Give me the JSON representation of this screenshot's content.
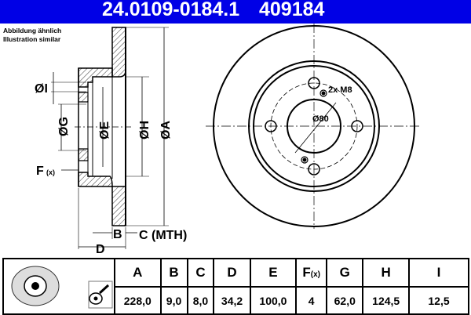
{
  "header": {
    "part_number": "24.0109-0184.1",
    "reference": "409184",
    "background_color": "#0000e6"
  },
  "note": {
    "line1": "Abbildung ähnlich",
    "line2": "Illustration similar"
  },
  "drawing": {
    "side_view_labels": {
      "I": "ØI",
      "G": "ØG",
      "E": "ØE",
      "H": "ØH",
      "A": "ØA",
      "F": "F",
      "F_sub": "(x)",
      "B": "B",
      "C": "C (MTH)",
      "D": "D"
    },
    "front_view_labels": {
      "thread": "2x M8",
      "pcd": "Ø80"
    }
  },
  "table": {
    "columns": [
      {
        "label": "A",
        "value": "228,0"
      },
      {
        "label": "B",
        "value": "9,0"
      },
      {
        "label": "C",
        "value": "8,0"
      },
      {
        "label": "D",
        "value": "34,2"
      },
      {
        "label": "E",
        "value": "100,0"
      },
      {
        "label": "F",
        "sub": "(x)",
        "value": "4"
      },
      {
        "label": "G",
        "value": "62,0"
      },
      {
        "label": "H",
        "value": "124,5"
      },
      {
        "label": "I",
        "value": "12,5"
      }
    ]
  }
}
